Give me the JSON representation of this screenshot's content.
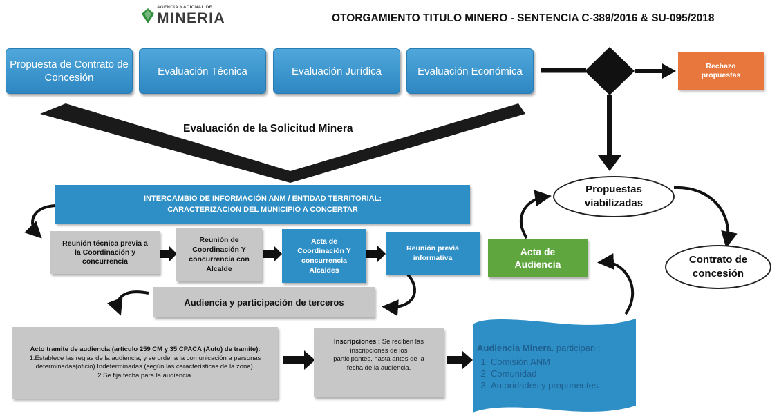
{
  "header": {
    "logo_small": "AGENCIA NACIONAL DE",
    "logo_big": "MINERIA",
    "title": "OTORGAMIENTO TITULO MINERO  - SENTENCIA C-389/2016 & SU-095/2018"
  },
  "top_steps": [
    {
      "label": "Propuesta de Contrato de Concesión"
    },
    {
      "label": "Evaluación Técnica"
    },
    {
      "label": "Evaluación Jurídica"
    },
    {
      "label": "Evaluación Económica"
    }
  ],
  "reject": {
    "label": "Rechazo propuestas"
  },
  "evaluation_label": "Evaluación de la Solicitud Minera",
  "band": {
    "line1": "INTERCAMBIO DE INFORMACIÓN ANM / ENTIDAD TERRITORIAL:",
    "line2": "CARACTERIZACION DEL MUNICIPIO A CONCERTAR"
  },
  "middle_steps": {
    "reunion_tecnica": "Reunión técnica previa a la Coordinación y concurrencia",
    "reunion_coordinacion": "Reunión de Coordinación Y concurrencia con Alcalde",
    "acta_coordinacion": "Acta de Coordinación Y concurrencia Alcaldes",
    "reunion_previa": "Reunión previa informativa"
  },
  "audiencia_terceros": "Audiencia y participación de terceros",
  "acta_audiencia": "Acta de Audiencia",
  "propuestas_viabilizadas": "Propuestas viabilizadas",
  "contrato": "Contrato de concesión",
  "acto_tramite": {
    "title": "Acto tramite de audiencia (artículo 259 CM y 35 CPACA (Auto) de tramite):",
    "item1": "1.Establece las reglas de la audiencia,  y se ordena la comunicación a  personas determinadas(oficio) Indeterminadas (según las características de la zona).",
    "item2": "2.Se fija fecha para la audiencia."
  },
  "inscripciones": {
    "label": "Inscripciones :",
    "text": "Se reciben las inscripciones de los participantes, hasta antes de la fecha de la audiencia."
  },
  "audiencia_minera": {
    "title": "Audiencia Minera.",
    "suffix": " participan :",
    "items": [
      "Comisión ANM",
      "Comunidad.",
      "Autoridades y proponentes."
    ]
  },
  "colors": {
    "blue": "#2e8fc6",
    "orange": "#e8773e",
    "green": "#5fa63f",
    "grey": "#c7c7c7",
    "logo_green": "#2f8f3a"
  }
}
